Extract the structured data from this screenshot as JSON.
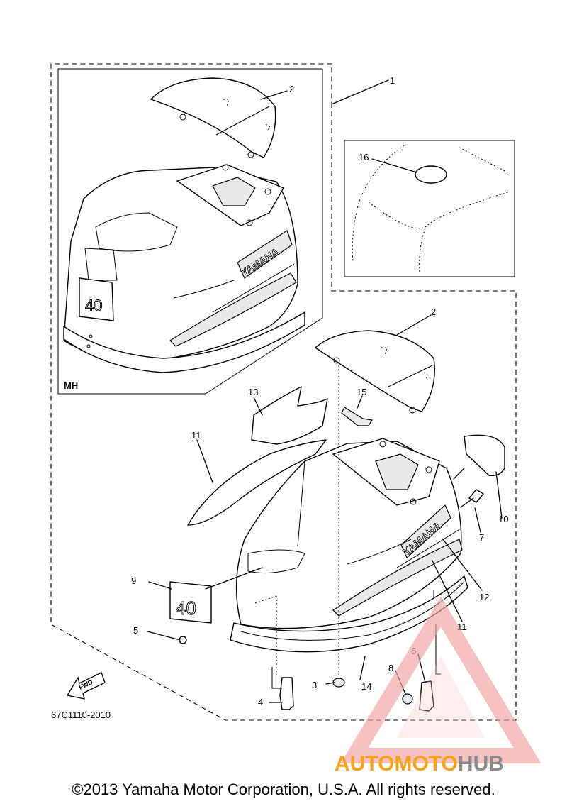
{
  "diagram": {
    "part_code": "67C1110-2010",
    "inset_label": "MH",
    "fwd_label": "FWD",
    "brand_decal": "YAMAHA",
    "model_badge": "40",
    "callouts": {
      "c1": "1",
      "c2a": "2",
      "c2b": "2",
      "c3": "3",
      "c4": "4",
      "c5": "5",
      "c6": "6",
      "c7": "7",
      "c8": "8",
      "c9": "9",
      "c10": "10",
      "c11a": "11",
      "c11b": "11",
      "c12": "12",
      "c13": "13",
      "c14": "14",
      "c15": "15",
      "c16": "16"
    }
  },
  "watermark": {
    "part1": "AUTOMOTO",
    "part2": "HUB",
    "color1": "#f4a11b",
    "color2": "#8a8a8a",
    "triangle_color": "#f0a0a0"
  },
  "footer": {
    "copyright": "©2013 Yamaha Motor Corporation, U.S.A. All rights reserved."
  }
}
